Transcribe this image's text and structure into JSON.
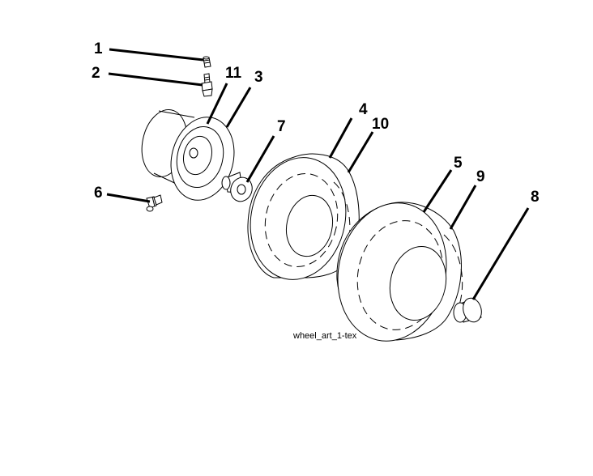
{
  "callouts": {
    "c1": "1",
    "c2": "2",
    "c3": "3",
    "c4": "4",
    "c5": "5",
    "c6": "6",
    "c7": "7",
    "c8": "8",
    "c9": "9",
    "c10": "10",
    "c11": "11"
  },
  "caption": "wheel_art_1-tex"
}
